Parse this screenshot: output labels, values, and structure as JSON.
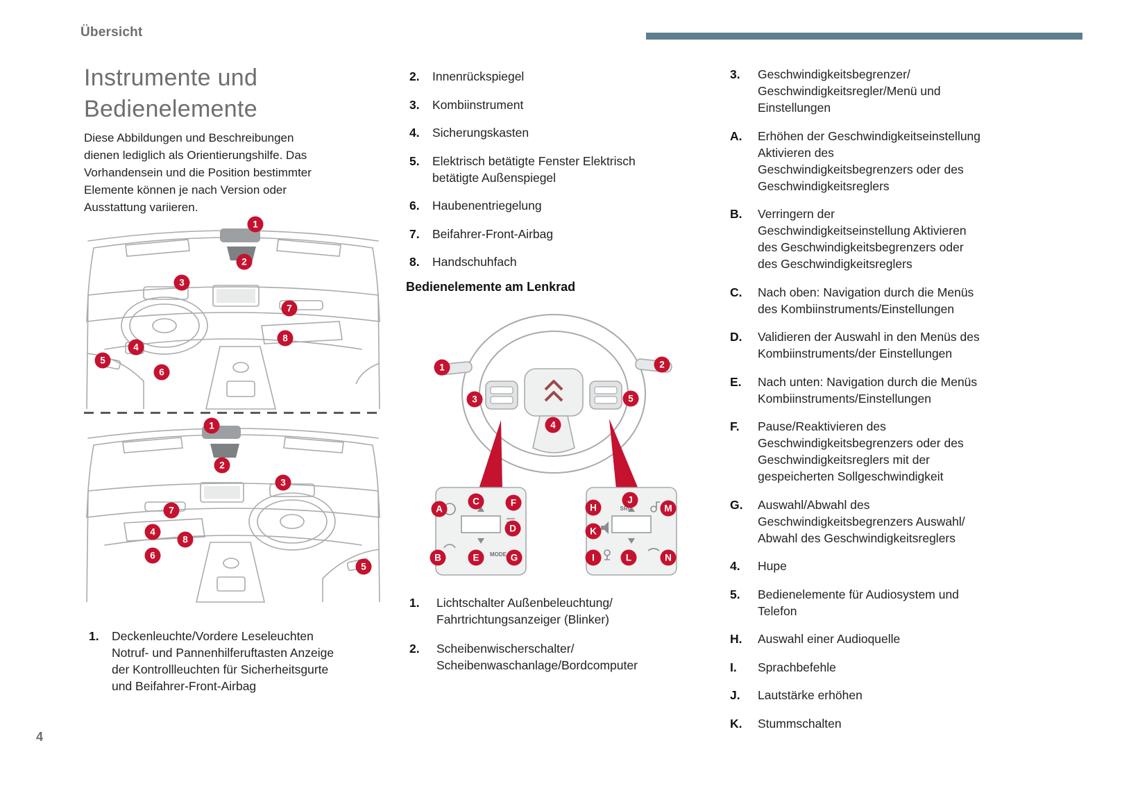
{
  "page": {
    "running_header": "Übersicht",
    "page_number": "4",
    "accent_color": "#5f7e8e",
    "marker_color": "#c4122f"
  },
  "intro": {
    "title": "Instrumente und\nBedienelemente",
    "body": "Diese Abbildungen und Beschreibungen\ndienen lediglich als Orientierungshilfe. Das\nVorhandensein und die Position bestimmter\nElemente können je nach Version oder\nAusstattung variieren."
  },
  "left_column": {
    "item_1": {
      "num": "1.",
      "text": "Deckenleuchte/Vordere Leseleuchten\nNotruf- und Pannenhilferuftasten Anzeige\nder Kontrollleuchten für Sicherheitsgurte\nund Beifahrer-Front-Airbag"
    }
  },
  "middle_column": {
    "items": [
      {
        "num": "2.",
        "text": "Innenrückspiegel"
      },
      {
        "num": "3.",
        "text": "Kombiinstrument"
      },
      {
        "num": "4.",
        "text": "Sicherungskasten"
      },
      {
        "num": "5.",
        "text": "Elektrisch betätigte Fenster Elektrisch\nbetätigte Außenspiegel"
      },
      {
        "num": "6.",
        "text": "Haubenentriegelung"
      },
      {
        "num": "7.",
        "text": "Beifahrer-Front-Airbag"
      },
      {
        "num": "8.",
        "text": "Handschuhfach"
      }
    ],
    "section_heading": "Bedienelemente am Lenkrad",
    "stalk_items": [
      {
        "num": "1.",
        "text": "Lichtschalter Außenbeleuchtung/\nFahrtrichtungsanzeiger (Blinker)"
      },
      {
        "num": "2.",
        "text": "Scheibenwischerschalter/\nScheibenwaschanlage/Bordcomputer"
      }
    ]
  },
  "right_column": {
    "items": [
      {
        "num": "3.",
        "text": "Geschwindigkeitsbegrenzer/\nGeschwindigkeitsregler/Menü und\nEinstellungen"
      },
      {
        "num": "A.",
        "text": "Erhöhen der Geschwindigkeitseinstellung\nAktivieren des\nGeschwindigkeitsbegrenzers oder des\nGeschwindigkeitsreglers"
      },
      {
        "num": "B.",
        "text": "Verringern der\nGeschwindigkeitseinstellung Aktivieren\ndes Geschwindigkeitsbegrenzers oder\ndes Geschwindigkeitsreglers"
      },
      {
        "num": "C.",
        "text": "Nach oben: Navigation durch die Menüs\ndes Kombiinstruments/Einstellungen"
      },
      {
        "num": "D.",
        "text": "Validieren der Auswahl in den Menüs des\nKombiinstruments/der Einstellungen"
      },
      {
        "num": "E.",
        "text": "Nach unten: Navigation durch die Menüs\nKombiinstruments/Einstellungen"
      },
      {
        "num": "F.",
        "text": "Pause/Reaktivieren des\nGeschwindigkeitsbegrenzers oder des\nGeschwindigkeitsreglers mit der\ngespeicherten Sollgeschwindigkeit"
      },
      {
        "num": "G.",
        "text": "Auswahl/Abwahl des\nGeschwindigkeitsbegrenzers Auswahl/\nAbwahl des Geschwindigkeitsreglers"
      },
      {
        "num": "4.",
        "text": "Hupe"
      },
      {
        "num": "5.",
        "text": "Bedienelemente für Audiosystem und\nTelefon"
      },
      {
        "num": "H.",
        "text": "Auswahl einer Audioquelle"
      },
      {
        "num": "I.",
        "text": "Sprachbefehle"
      },
      {
        "num": "J.",
        "text": "Lautstärke erhöhen"
      },
      {
        "num": "K.",
        "text": "Stummschalten"
      }
    ]
  },
  "markers": {
    "dash_top": [
      "1",
      "2",
      "3",
      "7",
      "8",
      "4",
      "5",
      "6"
    ],
    "dash_bottom": [
      "1",
      "2",
      "3",
      "7",
      "4",
      "8",
      "6",
      "5"
    ],
    "wheel": [
      "1",
      "2",
      "3",
      "5",
      "4"
    ],
    "pad_left": [
      "A",
      "C",
      "F",
      "D",
      "B",
      "E",
      "G"
    ],
    "pad_right": [
      "H",
      "J",
      "M",
      "K",
      "I",
      "L",
      "N"
    ]
  },
  "panel_labels": {
    "mode": "MODE",
    "src": "SRC"
  }
}
